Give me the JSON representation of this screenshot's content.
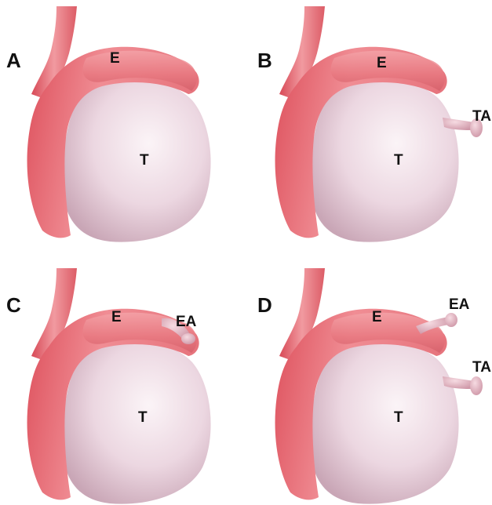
{
  "panels": [
    {
      "letter": "A",
      "labels": {
        "epididymis": "E",
        "testis": "T"
      },
      "has_epididymal_appendix": false,
      "has_testicular_appendix": false
    },
    {
      "letter": "B",
      "labels": {
        "epididymis": "E",
        "testis": "T",
        "testicular_appendix": "TA"
      },
      "has_epididymal_appendix": false,
      "has_testicular_appendix": true
    },
    {
      "letter": "C",
      "labels": {
        "epididymis": "E",
        "testis": "T",
        "epididymal_appendix": "EA"
      },
      "has_epididymal_appendix": true,
      "has_testicular_appendix": false
    },
    {
      "letter": "D",
      "labels": {
        "epididymis": "E",
        "testis": "T",
        "epididymal_appendix": "EA",
        "testicular_appendix": "TA"
      },
      "has_epididymal_appendix": true,
      "has_testicular_appendix": true
    }
  ],
  "colors": {
    "testis_light": "#f7eef2",
    "testis_mid": "#e7d0db",
    "testis_dark": "#c9a6b6",
    "epididymis_light": "#f29a9e",
    "epididymis_mid": "#e9646d",
    "epididymis_dark": "#c9404c",
    "appendix": "#e7b8c4"
  }
}
